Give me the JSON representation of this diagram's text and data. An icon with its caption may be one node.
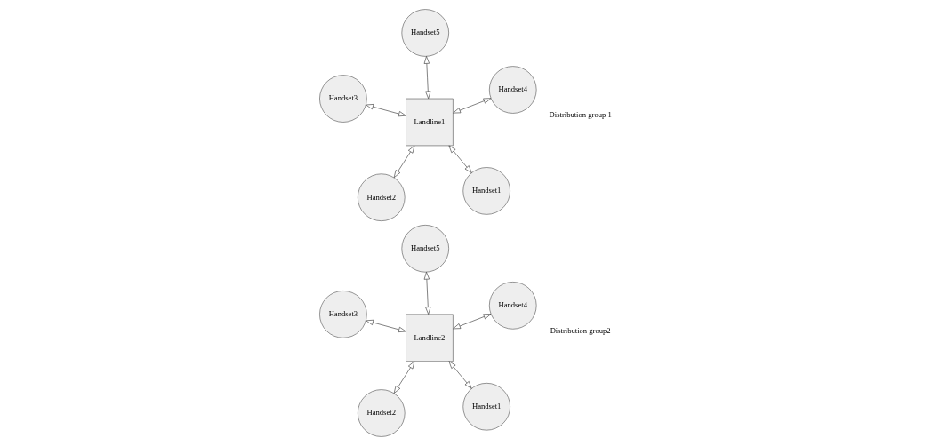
{
  "diagram": {
    "nodes": [
      {
        "text": [
          "Landline1"
        ]
      },
      {
        "text": [
          "Handset1"
        ]
      },
      {
        "text": [
          "Handset2"
        ]
      },
      {
        "text": [
          "Handset3"
        ]
      },
      {
        "text": [
          "Handset4"
        ]
      },
      {
        "text": [
          "Handset5"
        ]
      },
      {
        "text": [
          "Landline2"
        ]
      },
      {
        "text": [
          "Handset1"
        ]
      },
      {
        "text": [
          "Handset2"
        ]
      },
      {
        "text": [
          "Handset3"
        ]
      },
      {
        "text": [
          "Handset4"
        ]
      },
      {
        "text": [
          "Handset5"
        ]
      }
    ],
    "edges": [
      {
        "from": 0,
        "to": 1,
        "arrow": "both"
      },
      {
        "from": 0,
        "to": 2,
        "arrow": "both"
      },
      {
        "from": 0,
        "to": 3,
        "arrow": "both"
      },
      {
        "from": 0,
        "to": 4,
        "arrow": "both"
      },
      {
        "from": 0,
        "to": 5,
        "arrow": "both"
      },
      {
        "from": 6,
        "to": 7,
        "arrow": "both"
      },
      {
        "from": 6,
        "to": 8,
        "arrow": "both"
      },
      {
        "from": 6,
        "to": 9,
        "arrow": "both"
      },
      {
        "from": 6,
        "to": 10,
        "arrow": "both"
      },
      {
        "from": 6,
        "to": 11,
        "arrow": "both"
      }
    ],
    "labels": [
      "Distribution group 1",
      "Distribution group2"
    ]
  }
}
